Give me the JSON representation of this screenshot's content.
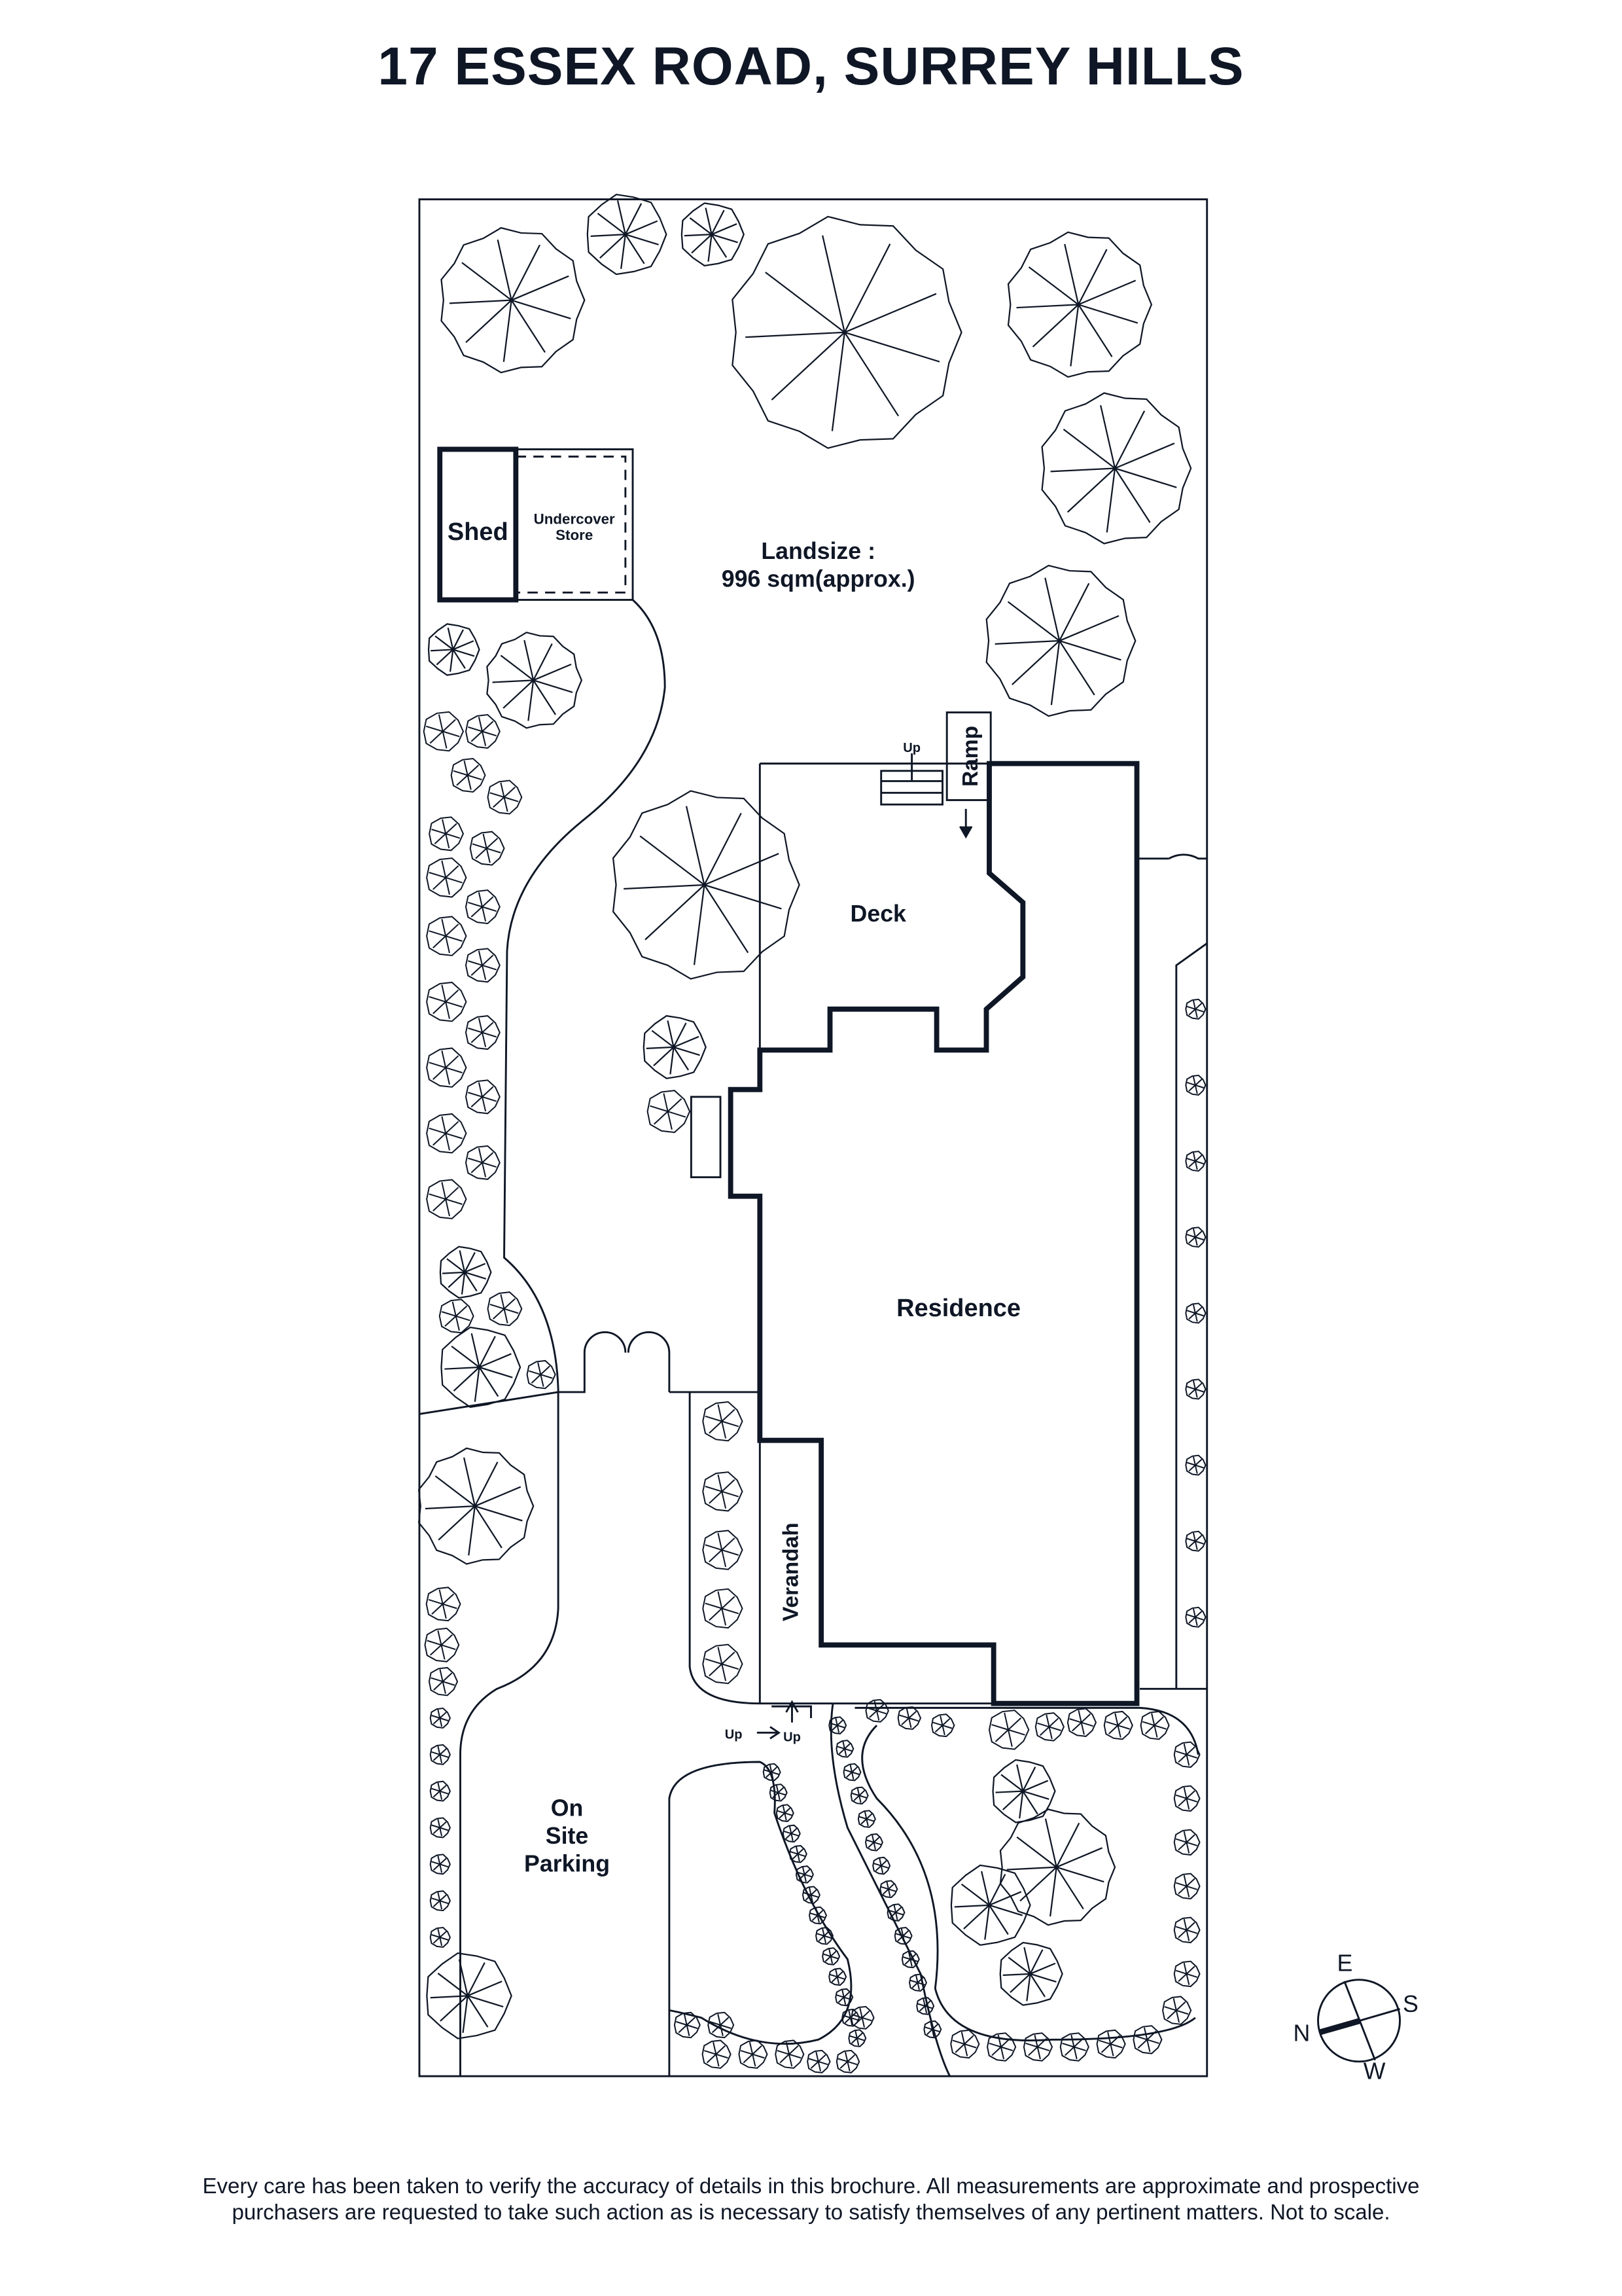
{
  "title": "17 ESSEX ROAD, SURREY HILLS",
  "labels": {
    "shed": "Shed",
    "undercover_1": "Undercover",
    "undercover_2": "Store",
    "landsize_1": "Landsize :",
    "landsize_2": "996 sqm(approx.)",
    "deck": "Deck",
    "ramp": "Ramp",
    "up_deck": "Up",
    "residence": "Residence",
    "verandah": "Verandah",
    "up_left": "Up",
    "up_right": "Up",
    "parking_1": "On",
    "parking_2": "Site",
    "parking_3": "Parking"
  },
  "compass": {
    "n": "N",
    "e": "E",
    "s": "S",
    "w": "W"
  },
  "disclaimer": {
    "line1": "Every care has been taken to verify the accuracy of details in this brochure. All measurements are approximate and prospective",
    "line2": "purchasers are requested to take such action as is necessary to satisfy themselves of any pertinent matters. Not to scale."
  },
  "colors": {
    "ink": "#0f1726"
  }
}
